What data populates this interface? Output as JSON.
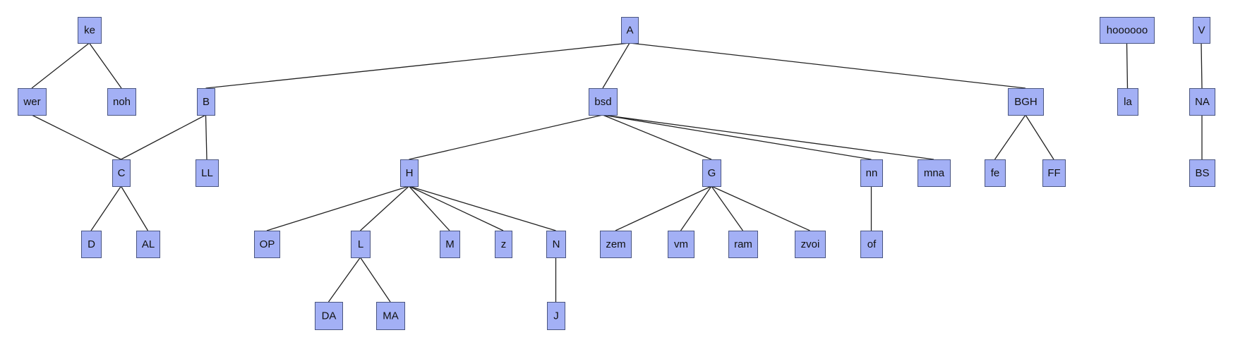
{
  "diagram": {
    "type": "tree",
    "colors": {
      "node_fill": "#a3b0f5",
      "node_border": "#4a5580",
      "edge": "#222222",
      "text": "#111111",
      "background": "#ffffff"
    },
    "nodes": [
      {
        "id": "ke",
        "label": "ke"
      },
      {
        "id": "wer",
        "label": "wer"
      },
      {
        "id": "noh",
        "label": "noh"
      },
      {
        "id": "A",
        "label": "A"
      },
      {
        "id": "B",
        "label": "B"
      },
      {
        "id": "bsd",
        "label": "bsd"
      },
      {
        "id": "BGH",
        "label": "BGH"
      },
      {
        "id": "C",
        "label": "C"
      },
      {
        "id": "LL",
        "label": "LL"
      },
      {
        "id": "D",
        "label": "D"
      },
      {
        "id": "AL",
        "label": "AL"
      },
      {
        "id": "H",
        "label": "H"
      },
      {
        "id": "G",
        "label": "G"
      },
      {
        "id": "nn",
        "label": "nn"
      },
      {
        "id": "mna",
        "label": "mna"
      },
      {
        "id": "OP",
        "label": "OP"
      },
      {
        "id": "L",
        "label": "L"
      },
      {
        "id": "M",
        "label": "M"
      },
      {
        "id": "z",
        "label": "z"
      },
      {
        "id": "N",
        "label": "N"
      },
      {
        "id": "DA",
        "label": "DA"
      },
      {
        "id": "MA",
        "label": "MA"
      },
      {
        "id": "J",
        "label": "J"
      },
      {
        "id": "zem",
        "label": "zem"
      },
      {
        "id": "vm",
        "label": "vm"
      },
      {
        "id": "ram",
        "label": "ram"
      },
      {
        "id": "zvoi",
        "label": "zvoi"
      },
      {
        "id": "of",
        "label": "of"
      },
      {
        "id": "fe",
        "label": "fe"
      },
      {
        "id": "FF",
        "label": "FF"
      },
      {
        "id": "hoooooo",
        "label": "hoooooo"
      },
      {
        "id": "la",
        "label": "la"
      },
      {
        "id": "V",
        "label": "V"
      },
      {
        "id": "NA",
        "label": "NA"
      },
      {
        "id": "BS",
        "label": "BS"
      }
    ],
    "edges": [
      [
        "ke",
        "wer"
      ],
      [
        "ke",
        "noh"
      ],
      [
        "wer",
        "C"
      ],
      [
        "A",
        "B"
      ],
      [
        "A",
        "bsd"
      ],
      [
        "A",
        "BGH"
      ],
      [
        "B",
        "C"
      ],
      [
        "B",
        "LL"
      ],
      [
        "C",
        "D"
      ],
      [
        "C",
        "AL"
      ],
      [
        "bsd",
        "H"
      ],
      [
        "bsd",
        "G"
      ],
      [
        "bsd",
        "nn"
      ],
      [
        "bsd",
        "mna"
      ],
      [
        "H",
        "OP"
      ],
      [
        "H",
        "L"
      ],
      [
        "H",
        "M"
      ],
      [
        "H",
        "z"
      ],
      [
        "H",
        "N"
      ],
      [
        "L",
        "DA"
      ],
      [
        "L",
        "MA"
      ],
      [
        "N",
        "J"
      ],
      [
        "G",
        "zem"
      ],
      [
        "G",
        "vm"
      ],
      [
        "G",
        "ram"
      ],
      [
        "G",
        "zvoi"
      ],
      [
        "nn",
        "of"
      ],
      [
        "BGH",
        "fe"
      ],
      [
        "BGH",
        "FF"
      ],
      [
        "hoooooo",
        "la"
      ],
      [
        "V",
        "NA"
      ],
      [
        "NA",
        "BS"
      ]
    ]
  }
}
